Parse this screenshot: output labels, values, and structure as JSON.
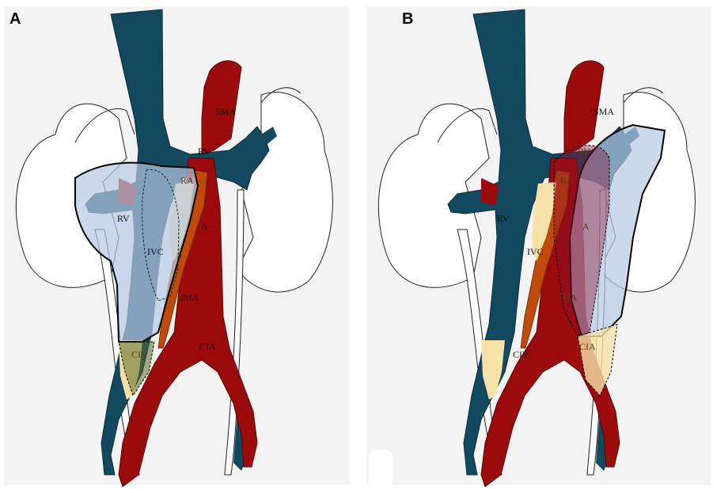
{
  "panels": [
    {
      "letter": "A",
      "labels": {
        "sma": "SMA",
        "rv_top": "RV",
        "ra": "RA",
        "a": "A",
        "rv_left": "RV",
        "ivc": "IVC",
        "ima": "IMA",
        "cia": "CIA",
        "civ": "CIV"
      }
    },
    {
      "letter": "B",
      "labels": {
        "sma": "SMA",
        "rv_top": "RV",
        "ra": "RA",
        "a": "A",
        "rv_left": "RV",
        "ivc": "IVC",
        "ima": "IMA",
        "cia": "CIA",
        "civ": "CIV"
      }
    }
  ],
  "colors": {
    "vein": "#13495e",
    "artery": "#9b0b0b",
    "ureter": "#ffffff",
    "gonadal": "#c04a0a",
    "fat": "#f6e2a8",
    "highlight": "#b7c9e6",
    "background": "#f3f3f3"
  }
}
